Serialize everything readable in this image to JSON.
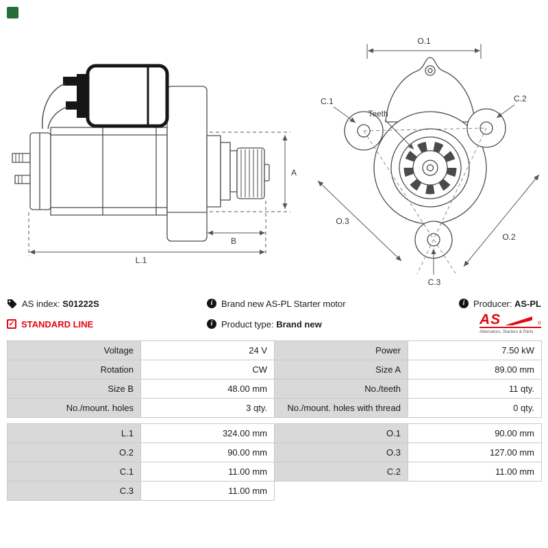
{
  "colors": {
    "accent_red": "#e30613",
    "table_label_bg": "#d9d9d9",
    "table_border": "#c9c9c9",
    "drawing_stroke": "#4a4a4a",
    "badge_green": "#256e38"
  },
  "icons": {
    "info": "i",
    "check": "✓"
  },
  "drawing": {
    "side_view": {
      "dim_a": "A",
      "dim_b": "B",
      "dim_l1": "L.1"
    },
    "front_view": {
      "dim_o1": "O.1",
      "dim_o2": "O.2",
      "dim_o3": "O.3",
      "dim_c1": "C.1",
      "dim_c2": "C.2",
      "dim_c3": "C.3",
      "teeth": "Teeth"
    }
  },
  "info": {
    "as_index": {
      "label": "AS index:",
      "value": "S01222S"
    },
    "description": "Brand new AS-PL Starter motor",
    "producer": {
      "label": "Producer:",
      "value": "AS-PL"
    },
    "line": "STANDARD LINE",
    "product_type": {
      "label": "Product type:",
      "value": "Brand new"
    },
    "logo": {
      "text": "AS",
      "reg": "®",
      "tagline": "Alternators, Starters & Parts"
    }
  },
  "specs": {
    "group1": [
      {
        "l1": "Voltage",
        "v1": "24 V",
        "l2": "Power",
        "v2": "7.50 kW"
      },
      {
        "l1": "Rotation",
        "v1": "CW",
        "l2": "Size A",
        "v2": "89.00 mm"
      },
      {
        "l1": "Size B",
        "v1": "48.00 mm",
        "l2": "No./teeth",
        "v2": "11 qty."
      },
      {
        "l1": "No./mount. holes",
        "v1": "3 qty.",
        "l2": "No./mount. holes with thread",
        "v2": "0 qty."
      }
    ],
    "group2": [
      {
        "l1": "L.1",
        "v1": "324.00 mm",
        "l2": "O.1",
        "v2": "90.00 mm"
      },
      {
        "l1": "O.2",
        "v1": "90.00 mm",
        "l2": "O.3",
        "v2": "127.00 mm"
      },
      {
        "l1": "C.1",
        "v1": "11.00 mm",
        "l2": "C.2",
        "v2": "11.00 mm"
      },
      {
        "l1": "C.3",
        "v1": "11.00 mm",
        "l2": "",
        "v2": ""
      }
    ]
  }
}
